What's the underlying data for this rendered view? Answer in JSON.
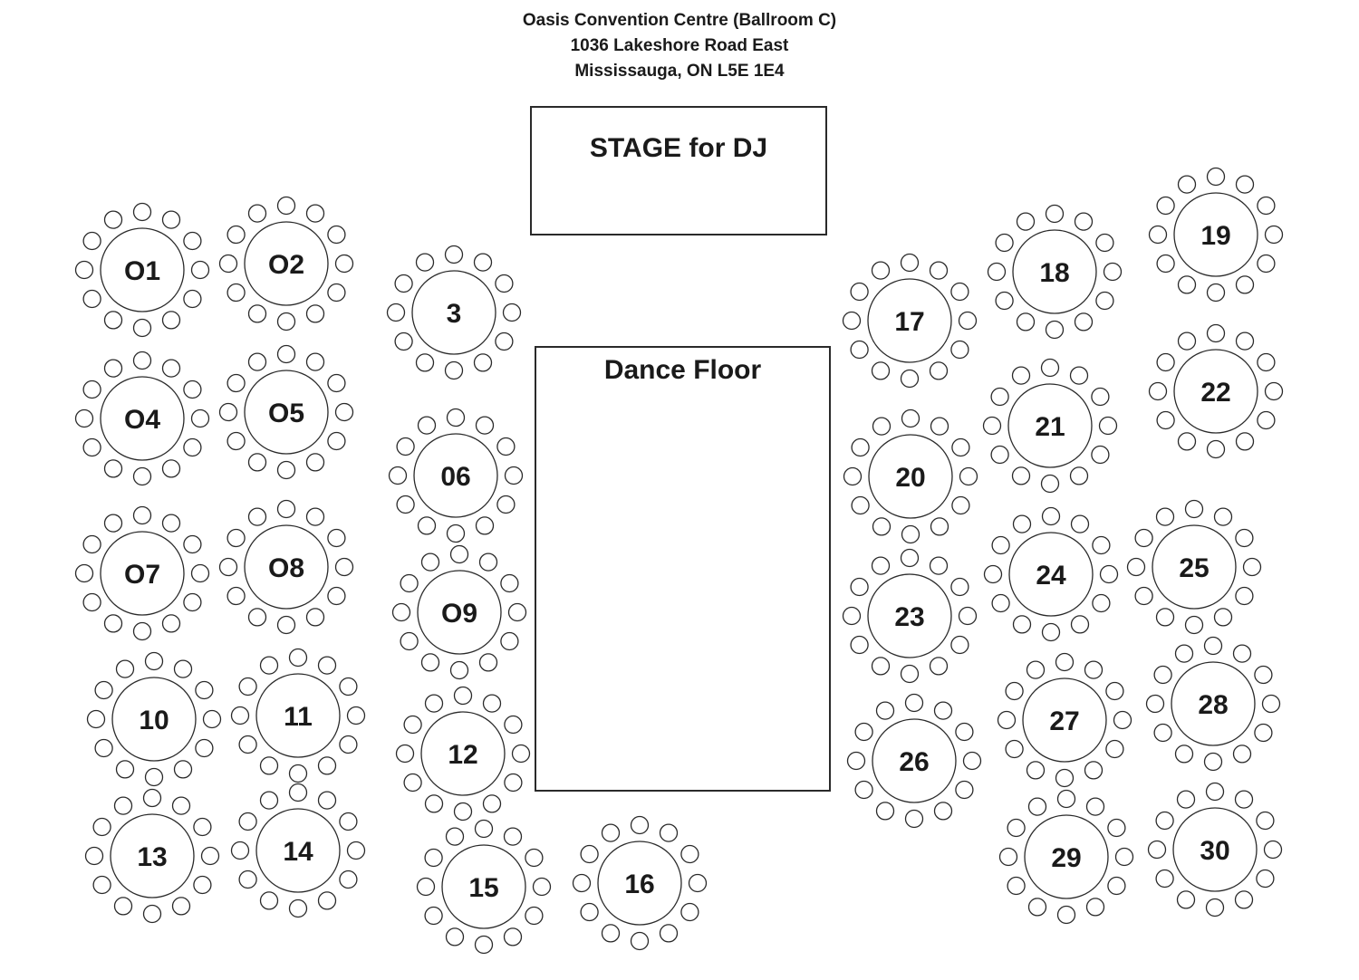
{
  "venue": {
    "name": "Oasis Convention Centre (Ballroom C)",
    "street": "1036 Lakeshore Road East",
    "city": "Mississauga, ON L5E 1E4"
  },
  "stage": {
    "label": "STAGE for DJ"
  },
  "dance_floor": {
    "label": "Dance Floor"
  },
  "colors": {
    "stroke": "#2a2a2a",
    "text": "#1a1a1a",
    "background": "#ffffff"
  },
  "tables": [
    {
      "label": "O1"
    },
    {
      "label": "O2"
    },
    {
      "label": "3"
    },
    {
      "label": "O4"
    },
    {
      "label": "O5"
    },
    {
      "label": "06"
    },
    {
      "label": "O7"
    },
    {
      "label": "O8"
    },
    {
      "label": "O9"
    },
    {
      "label": "10"
    },
    {
      "label": "11"
    },
    {
      "label": "12"
    },
    {
      "label": "13"
    },
    {
      "label": "14"
    },
    {
      "label": "15"
    },
    {
      "label": "16"
    },
    {
      "label": "17"
    },
    {
      "label": "18"
    },
    {
      "label": "19"
    },
    {
      "label": "20"
    },
    {
      "label": "21"
    },
    {
      "label": "22"
    },
    {
      "label": "23"
    },
    {
      "label": "24"
    },
    {
      "label": "25"
    },
    {
      "label": "26"
    },
    {
      "label": "27"
    },
    {
      "label": "28"
    },
    {
      "label": "29"
    },
    {
      "label": "30"
    }
  ]
}
